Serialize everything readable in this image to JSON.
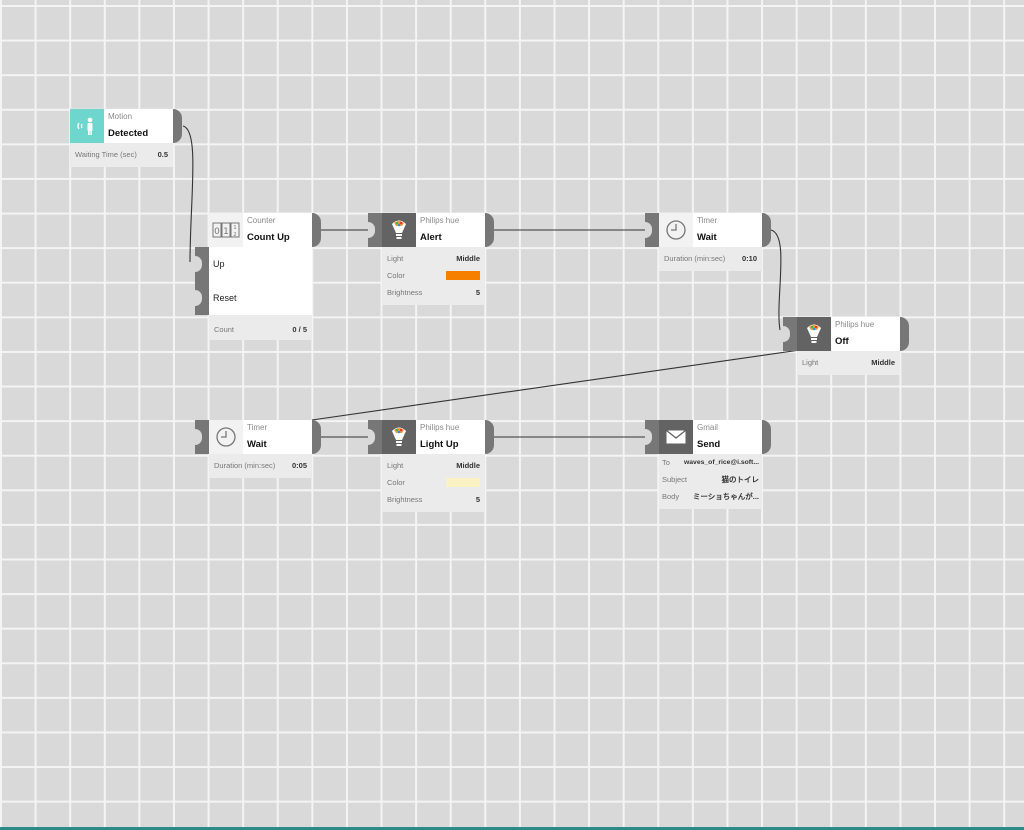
{
  "nodes": {
    "motion": {
      "kind": "Motion",
      "action": "Detected",
      "icon": "motion-sensor-icon",
      "params": [
        {
          "label": "Waiting Time (sec)",
          "value": "0.5"
        }
      ]
    },
    "counter": {
      "kind": "Counter",
      "action": "Count Up",
      "icon": "counter-icon",
      "inputs": [
        "Up",
        "Reset"
      ],
      "params": [
        {
          "label": "Count",
          "value": "0 / 5"
        }
      ]
    },
    "hue_alert": {
      "kind": "Philips hue",
      "action": "Alert",
      "icon": "light-bulb-icon",
      "params": [
        {
          "label": "Light",
          "value": "Middle"
        },
        {
          "label": "Color",
          "color": "#f77f00"
        },
        {
          "label": "Brightness",
          "value": "5"
        }
      ]
    },
    "timer1": {
      "kind": "Timer",
      "action": "Wait",
      "icon": "clock-icon",
      "params": [
        {
          "label": "Duration (min:sec)",
          "value": "0:10"
        }
      ]
    },
    "hue_off": {
      "kind": "Philips hue",
      "action": "Off",
      "icon": "light-bulb-icon",
      "params": [
        {
          "label": "Light",
          "value": "Middle"
        }
      ]
    },
    "timer2": {
      "kind": "Timer",
      "action": "Wait",
      "icon": "clock-icon",
      "params": [
        {
          "label": "Duration (min:sec)",
          "value": "0:05"
        }
      ]
    },
    "hue_up": {
      "kind": "Philips hue",
      "action": "Light Up",
      "icon": "light-bulb-icon",
      "params": [
        {
          "label": "Light",
          "value": "Middle"
        },
        {
          "label": "Color",
          "color": "#fbf2c4"
        },
        {
          "label": "Brightness",
          "value": "5"
        }
      ]
    },
    "gmail": {
      "kind": "Gmail",
      "action": "Send",
      "icon": "envelope-icon",
      "params": [
        {
          "label": "To",
          "value": "waves_of_rice@i.soft..."
        },
        {
          "label": "Subject",
          "value": "猫のトイレ"
        },
        {
          "label": "Body",
          "value": "ミーショちゃんが..."
        }
      ]
    }
  },
  "colors": {
    "canvas": "#d9d9d9",
    "grid": "#f4f4f4",
    "port": "#777777",
    "dark_icon": "#636363",
    "motion_icon": "#6fd6cd"
  }
}
